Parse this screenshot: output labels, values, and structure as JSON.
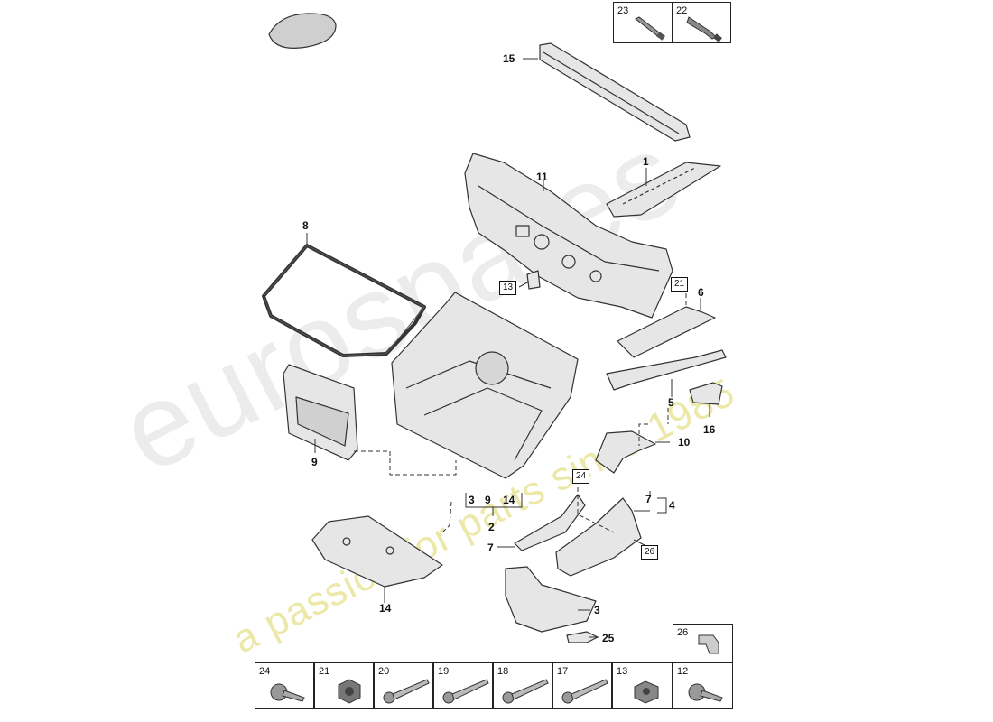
{
  "watermark": {
    "brand": "eurospares",
    "tagline": "a passion for parts since 1985"
  },
  "colors": {
    "line": "#333333",
    "part_fill": "#e6e6e6",
    "watermark_text": "#ececec",
    "watermark_tagline": "#ece8a8"
  },
  "callouts": {
    "c1": "1",
    "c2": "2",
    "c3a": "3",
    "c3b": "3",
    "c4": "4",
    "c5": "5",
    "c6": "6",
    "c7a": "7",
    "c7b": "7",
    "c8": "8",
    "c9a": "9",
    "c9b": "9",
    "c10": "10",
    "c11": "11",
    "c13": "13",
    "c14a": "14",
    "c14b": "14",
    "c15": "15",
    "c16": "16",
    "c21": "21",
    "c24": "24",
    "c25": "25",
    "c26": "26"
  },
  "legend_top": [
    {
      "number": "23",
      "icon": "sealant-nozzle-icon"
    },
    {
      "number": "22",
      "icon": "adhesive-tube-icon"
    }
  ],
  "legend_bottom": [
    {
      "number": "24",
      "icon": "flange-bolt-icon"
    },
    {
      "number": "21",
      "icon": "hex-nut-icon"
    },
    {
      "number": "20",
      "icon": "stud-bolt-icon"
    },
    {
      "number": "19",
      "icon": "stud-bolt-icon"
    },
    {
      "number": "18",
      "icon": "stud-bolt-icon"
    },
    {
      "number": "17",
      "icon": "stud-bolt-icon"
    },
    {
      "number": "13",
      "icon": "flange-nut-icon"
    },
    {
      "number": "12",
      "icon": "flange-bolt-icon"
    }
  ],
  "legend_side": {
    "number": "26",
    "icon": "bracket-clip-icon"
  }
}
